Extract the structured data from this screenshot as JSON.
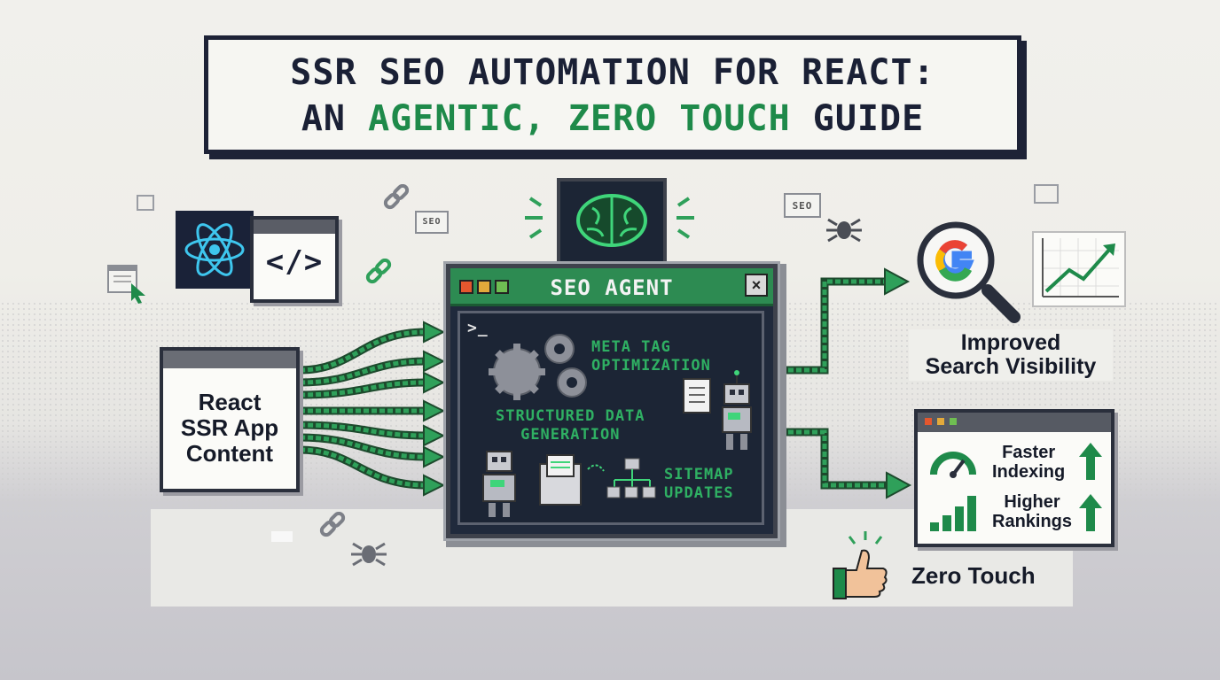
{
  "title": {
    "line1": "SSR SEO AUTOMATION FOR REACT:",
    "line2_prefix": "AN ",
    "line2_highlight": "AGENTIC, ZERO TOUCH",
    "line2_suffix": " GUIDE"
  },
  "input": {
    "react_icon": "react-atom-icon",
    "code_icon": "code-brackets-icon",
    "code_glyph": "</>",
    "content_label": [
      "React",
      "SSR App",
      "Content"
    ]
  },
  "agent": {
    "title": "SEO AGENT",
    "close_glyph": "×",
    "prompt_glyph": ">_",
    "brain_icon": "brain-circuit-icon",
    "tasks": [
      {
        "label": [
          "META TAG",
          "OPTIMIZATION"
        ]
      },
      {
        "label": [
          "STRUCTURED DATA",
          "GENERATION"
        ]
      },
      {
        "label": [
          "SITEMAP",
          "UPDATES"
        ]
      }
    ]
  },
  "outputs": {
    "visibility": [
      "Improved",
      "Search Visibility"
    ],
    "metrics": [
      {
        "label": [
          "Faster",
          "Indexing"
        ]
      },
      {
        "label": [
          "Higher",
          "Rankings"
        ]
      }
    ],
    "zero_touch": "Zero Touch"
  },
  "decor": {
    "seo_tag": "SEO"
  },
  "colors": {
    "green": "#1e8a4a",
    "agent_green": "#2d8b52",
    "navy": "#1a2035",
    "react_blue": "#3ec6ee"
  }
}
